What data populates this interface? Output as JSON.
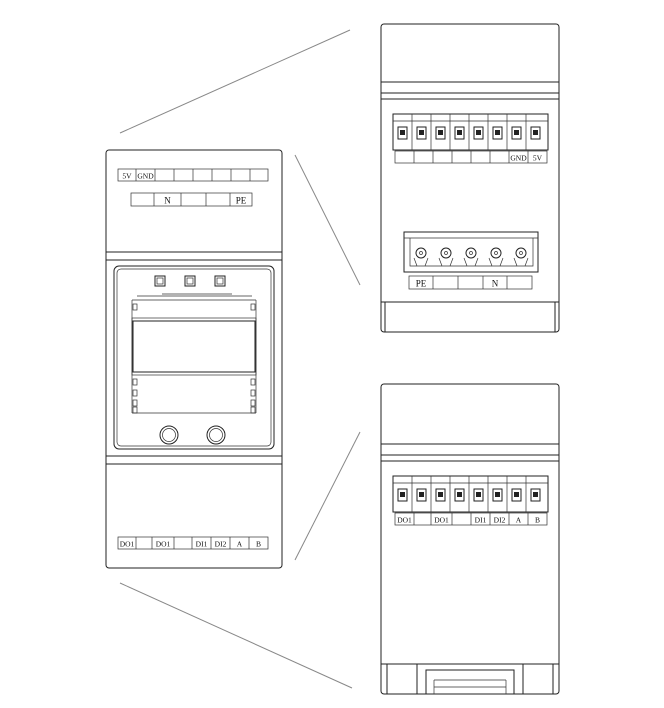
{
  "front": {
    "top_labels": [
      "5V",
      "GND",
      "",
      "",
      "",
      "",
      "",
      ""
    ],
    "power_labels": [
      "",
      "N",
      "",
      "",
      "PE"
    ],
    "bottom_labels": [
      "DO1",
      "",
      "DO1",
      "",
      "DI1",
      "DI2",
      "A",
      "B"
    ]
  },
  "top_view": {
    "terminal_labels": [
      "",
      "",
      "",
      "",
      "",
      "",
      "GND",
      "5V"
    ],
    "power_labels": [
      "PE",
      "",
      "",
      "N",
      ""
    ]
  },
  "bottom_view": {
    "terminal_labels": [
      "DO1",
      "",
      "DO1",
      "",
      "DI1",
      "DI2",
      "A",
      "B"
    ]
  }
}
